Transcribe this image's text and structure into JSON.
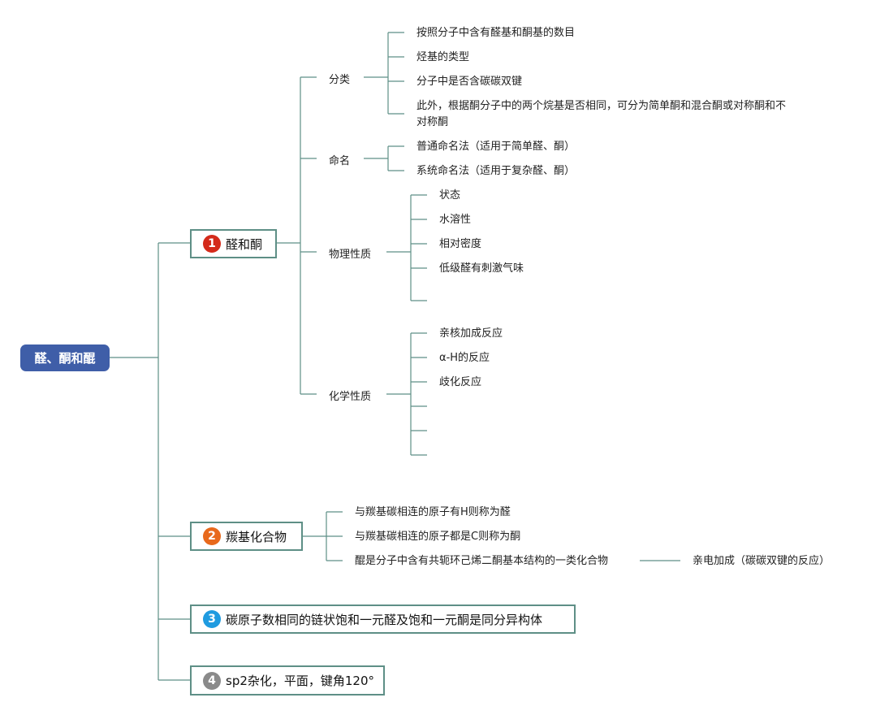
{
  "root": {
    "label": "醛、酮和醌"
  },
  "colors": {
    "line": "#5e8f86",
    "root_bg": "#3f5ea8",
    "badge1": "#d42a1a",
    "badge2": "#e8691c",
    "badge3": "#1f9be0",
    "badge4": "#8a8a8a"
  },
  "branch1": {
    "badge": "1",
    "label": "醛和酮",
    "classify": {
      "label": "分类",
      "items": [
        "按照分子中含有醛基和酮基的数目",
        "烃基的类型",
        "分子中是否含碳碳双键"
      ],
      "extra_line1": "此外，根据酮分子中的两个烷基是否相同，可分为简单酮和混合酮或对称酮和不",
      "extra_line2": "对称酮"
    },
    "naming": {
      "label": "命名",
      "items": [
        "普通命名法（适用于简单醛、酮）",
        "系统命名法（适用于复杂醛、酮）"
      ]
    },
    "physical": {
      "label": "物理性质",
      "items": [
        "状态",
        "水溶性",
        "相对密度",
        "低级醛有刺激气味",
        ""
      ]
    },
    "chemical": {
      "label": "化学性质",
      "items": [
        "亲核加成反应",
        "α-H的反应",
        "歧化反应",
        "",
        "",
        ""
      ]
    }
  },
  "branch2": {
    "badge": "2",
    "label": "羰基化合物",
    "items": [
      "与羰基碳相连的原子有H则称为醛",
      "与羰基碳相连的原子都是C则称为酮",
      "醌是分子中含有共轭环己烯二酮基本结构的一类化合物"
    ],
    "sub": "亲电加成（碳碳双键的反应）"
  },
  "branch3": {
    "badge": "3",
    "label": "碳原子数相同的链状饱和一元醛及饱和一元酮是同分异构体"
  },
  "branch4": {
    "badge": "4",
    "label": "sp2杂化，平面，键角120°"
  }
}
